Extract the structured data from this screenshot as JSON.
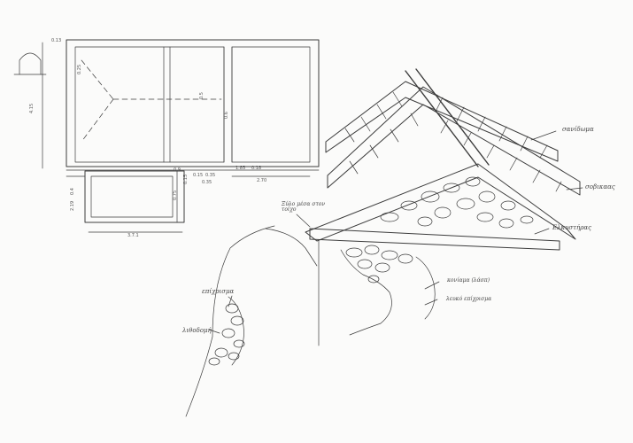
{
  "plan": {
    "dims": {
      "top_left": "0.13",
      "left_vertical": "4.15",
      "left_upper": "0.25",
      "mid_center": "0.5",
      "right_small": "0.6",
      "bottom_a": "0.9",
      "bottom_b": "0.15",
      "bottom_c": "0.35",
      "bottom_d": "0.35",
      "bottom_e": "1.85",
      "bottom_f": "0.18",
      "right_width": "2.70",
      "stairs_left": "0.4",
      "stairs_left_b": "2.19",
      "stairs_mid": "0.75",
      "bottom_width": "3.7.1",
      "wall_mid": "0.15"
    }
  },
  "section": {
    "labels": {
      "roof_boards": "σανίδωμα",
      "rafters": "σοβικαας",
      "eave_beam": "Ελκυστήρας",
      "wood_between_stones": "Ξύλο μέσα στον τοίχο",
      "plaster_top": "επίχρισμα",
      "stonework": "λιθοδομή",
      "lime_mortar": "κονίαμα (λάσπ)",
      "white_plaster": "λευκό επίχρισμα"
    }
  }
}
